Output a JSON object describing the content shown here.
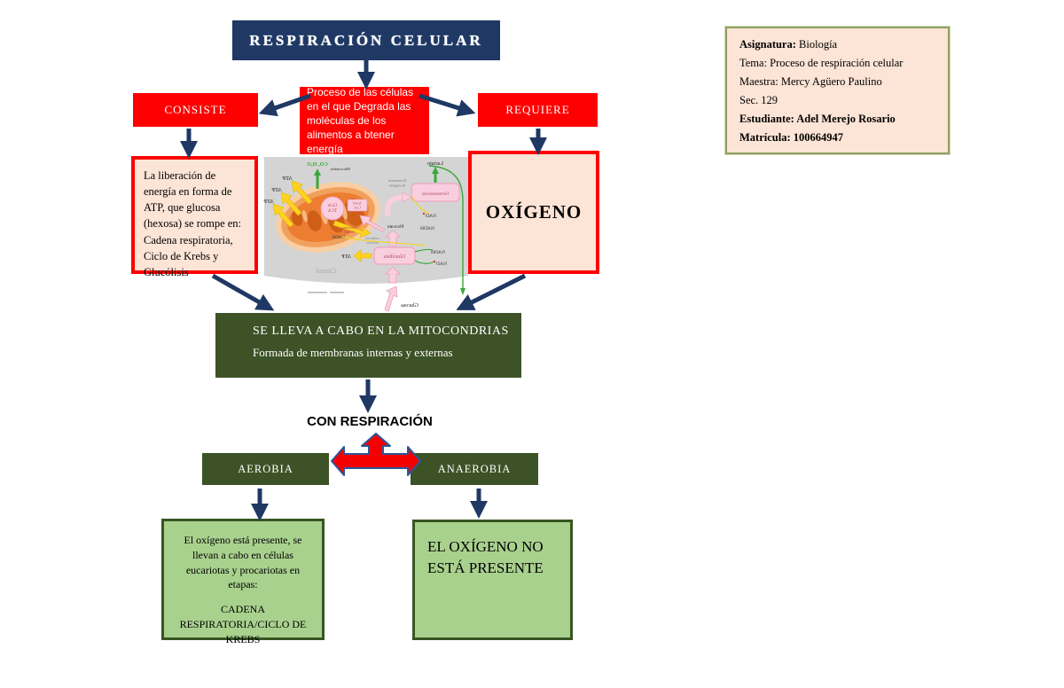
{
  "title": {
    "label": "RESPIRACIÓN CELULAR"
  },
  "nodes": {
    "consiste": "CONSISTE",
    "proceso": "Proceso de las células en el que Degrada las moléculas de los alimentos a btener energía",
    "requiere": "REQUIERE",
    "liberacion": "La liberación de energía en forma de ATP, que glucosa (hexosa) se rompe en: Cadena respiratoria, Ciclo de Krebs y Glucólisis",
    "oxigeno": "OXÍGENO",
    "mitocondrias_title": "SE LLEVA A CABO EN LA MITOCONDRIAS",
    "mitocondrias_sub": "Formada de membranas internas y externas",
    "con_respiracion": "CON RESPIRACIÓN",
    "aerobia": "AEROBIA",
    "anaerobia": "ANAEROBIA",
    "aerobia_desc_1": "El oxígeno está presente, se llevan a cabo en células eucariotas y procariotas en etapas:",
    "aerobia_desc_2": "CADENA RESPIRATORIA/CICLO DE KREBS",
    "anaerobia_desc": "EL OXÍGENO NO ESTÁ PRESENTE"
  },
  "info_card": {
    "lines": [
      {
        "bold": "Asignatura:",
        "normal": " Biología"
      },
      {
        "bold": "",
        "normal": "Tema: Proceso de respiración celular"
      },
      {
        "bold": "",
        "normal": "Maestra: Mercy Agüero Paulino"
      },
      {
        "bold": "",
        "normal": "Sec. 129"
      },
      {
        "bold": "Estudiante: Adel Merejo Rosario",
        "normal": ""
      },
      {
        "bold": "Matrícula: 100664947",
        "normal": ""
      }
    ]
  },
  "mito_diagram": {
    "atp": "ATP",
    "co2_h2o": "CO₂ H₂O",
    "mitocondria": "Mitocondria",
    "ciclo": "Ciclo",
    "tca": "TCA",
    "acetil": "Acetil",
    "coa": "CoA",
    "nadh": "NADH",
    "nad": "NAD",
    "plus": "+",
    "piruvato": "Piruvato",
    "oxidacion1": "oxidación",
    "oxidacion2": "piruvato",
    "fermentacion": "Fermentación",
    "lactato": "Lactato",
    "ausencia1": "En ausencia",
    "ausencia2": "de oxígeno",
    "glucolisis": "Glucólisis",
    "citosol": "Citosol",
    "glucosa": "Glucosa",
    "electrones1": "electrones",
    "electrones2": "NADH"
  },
  "colors": {
    "navy": "#1f3864",
    "red": "#ff0000",
    "peach": "#fce4d6",
    "dark_green": "#3d5226",
    "light_green": "#a9d18e",
    "light_green_border": "#375623",
    "info_border": "#8f9f63",
    "arrow_red": "#f40000",
    "arrow_red_stroke": "#2e5597"
  }
}
